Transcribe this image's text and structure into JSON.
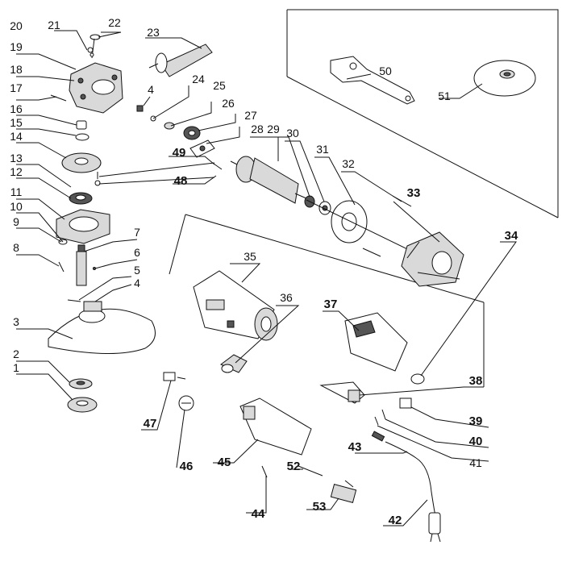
{
  "diagram": {
    "labels": {
      "p1": "1",
      "p2": "2",
      "p3": "3",
      "p4a": "4",
      "p4b": "4",
      "p5": "5",
      "p6": "6",
      "p7": "7",
      "p8": "8",
      "p9": "9",
      "p10": "10",
      "p11": "11",
      "p12": "12",
      "p13": "13",
      "p14": "14",
      "p15": "15",
      "p16": "16",
      "p17": "17",
      "p18": "18",
      "p19": "19",
      "p20": "20",
      "p21": "21",
      "p22": "22",
      "p23": "23",
      "p24": "24",
      "p25": "25",
      "p26": "26",
      "p27": "27",
      "p28": "28",
      "p29": "29",
      "p30": "30",
      "p31": "31",
      "p32": "32",
      "p33": "33",
      "p34": "34",
      "p35": "35",
      "p36": "36",
      "p37": "37",
      "p38": "38",
      "p39": "39",
      "p40": "40",
      "p41": "41",
      "p42": "42",
      "p43": "43",
      "p44": "44",
      "p45": "45",
      "p46": "46",
      "p47": "47",
      "p48": "48",
      "p49": "49",
      "p50": "50",
      "p51": "51",
      "p52": "52",
      "p53": "53"
    }
  }
}
